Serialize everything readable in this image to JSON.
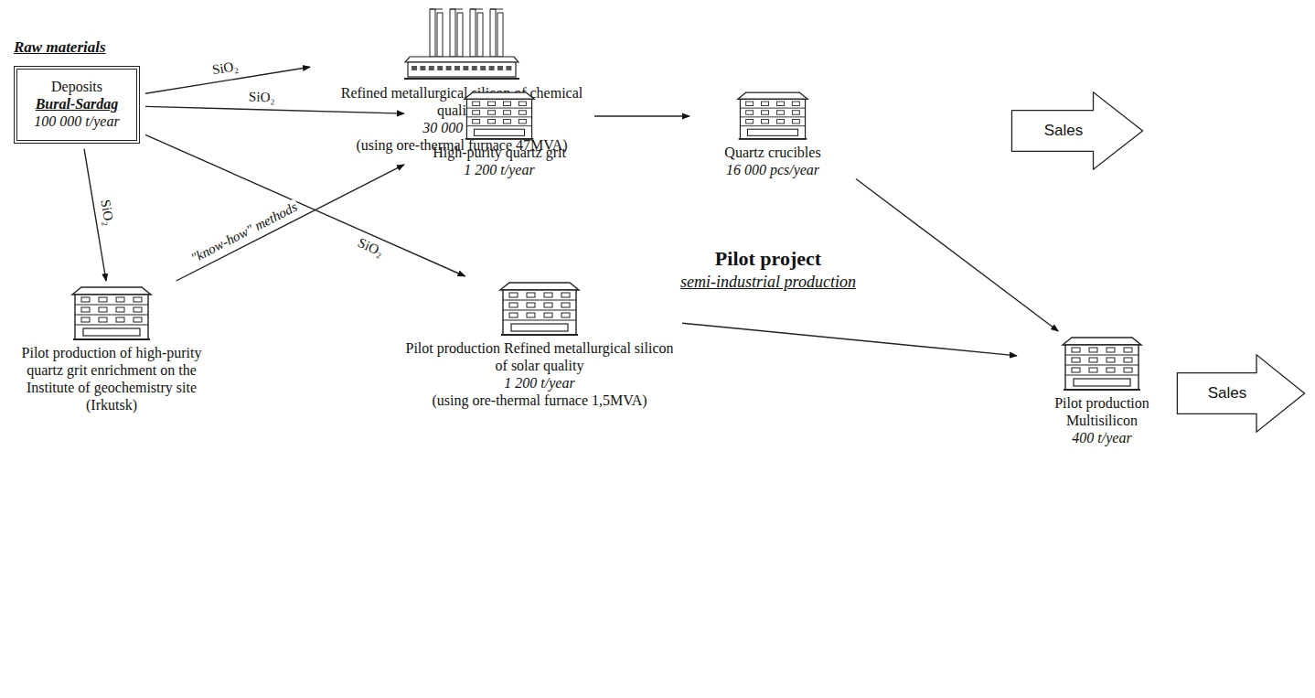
{
  "diagram": {
    "nodes": [
      {
        "text": [
          "Deposits",
          "Bural-Sardag",
          "100 000 t/year"
        ]
      },
      {
        "text": [
          "Refined metallurgical silicon of chemical qualities",
          "30 000 t/year",
          "(using ore-thermal furnace 47MVA)"
        ]
      },
      {
        "text": [
          "High-purity quartz grit",
          "1 200 t/year"
        ]
      },
      {
        "text": [
          "Quartz crucibles",
          "16 000 pcs/year"
        ]
      },
      {
        "text": [
          "Pilot production of high-purity quartz grit enrichment on the Institute of geochemistry site (Irkutsk)"
        ]
      },
      {
        "text": [
          "Pilot production Refined metallurgical silicon of solar quality",
          "1 200 t/year",
          "(using ore-thermal furnace 1,5MVA)"
        ]
      },
      {
        "text": [
          "Pilot production Multisilicon",
          "400 t/year"
        ]
      },
      {
        "text": [
          "Sales"
        ]
      },
      {
        "text": [
          "Sales"
        ]
      }
    ],
    "edges": [
      {
        "from": 0,
        "to": 1,
        "label": "SiO₂",
        "arrow": "to"
      },
      {
        "from": 0,
        "to": 2,
        "label": "SiO₂",
        "arrow": "to"
      },
      {
        "from": 0,
        "to": 5,
        "label": "SiO₂",
        "arrow": "to"
      },
      {
        "from": 0,
        "to": 4,
        "label": "SiO₂",
        "arrow": "to"
      },
      {
        "from": 4,
        "to": 2,
        "label": "\"know-how\" methods",
        "arrow": "to"
      },
      {
        "from": 2,
        "to": 3,
        "arrow": "to"
      },
      {
        "from": 3,
        "to": 6,
        "arrow": "to"
      },
      {
        "from": 5,
        "to": 6,
        "arrow": "to"
      }
    ],
    "labels": [
      "Raw materials",
      "Pilot project",
      "semi-industrial production"
    ]
  }
}
